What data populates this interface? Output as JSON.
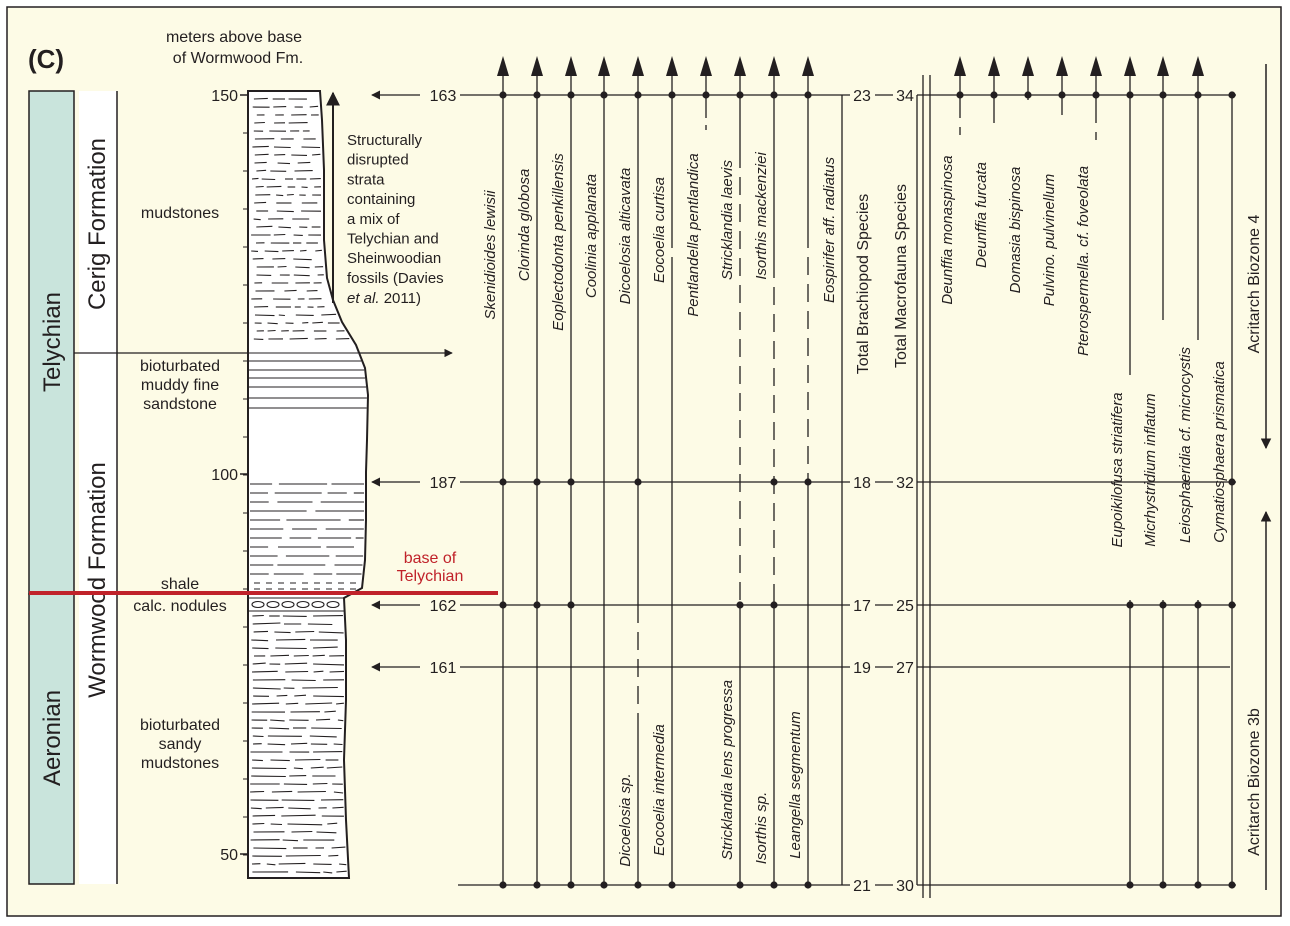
{
  "panel_label": "(C)",
  "colors": {
    "background": "#fdfbe6",
    "stage_box": "#c9e4dc",
    "boundary_red": "#c0222a",
    "ink": "#231f20"
  },
  "depth_axis": {
    "title_line1": "meters above base",
    "title_line2": "of Wormwood Fm.",
    "ticks": [
      "150",
      "100",
      "50"
    ]
  },
  "stages": {
    "upper": "Telychian",
    "lower": "Aeronian"
  },
  "formations": {
    "upper": "Cerig Formation",
    "lower": "Wormwood Formation"
  },
  "lithology": {
    "mudstones": "mudstones",
    "sandstone": [
      "bioturbated",
      "muddy fine",
      "sandstone"
    ],
    "shale": "shale",
    "nodules": "calc. nodules",
    "sandy_mudstones": [
      "bioturbated",
      "sandy",
      "mudstones"
    ]
  },
  "disrupted_note": {
    "lines": [
      "Structurally",
      "disrupted",
      "strata",
      "containing",
      "a mix of",
      "Telychian and",
      "Sheinwoodian",
      "fossils (Davies"
    ],
    "last_italic": "et al.",
    "last_rest": " 2011)"
  },
  "boundary_label": [
    "base of",
    "Telychian"
  ],
  "sample_levels": [
    {
      "sample": "163",
      "brachiopods": "23",
      "macrofauna": "34"
    },
    {
      "sample": "187",
      "brachiopods": "18",
      "macrofauna": "32"
    },
    {
      "sample": "162",
      "brachiopods": "17",
      "macrofauna": "25"
    },
    {
      "sample": "161",
      "brachiopods": "19",
      "macrofauna": "27"
    },
    {
      "sample": "",
      "brachiopods": "21",
      "macrofauna": "30"
    }
  ],
  "brachiopods_top": [
    "Skenidioides lewisii",
    "Clorinda globosa",
    "Eoplectodonta penkillensis",
    "Coolinia applanata",
    "Dicoelosia alticavata",
    "Eocoelia curtisa",
    "Pentlandella pentlandica",
    "Stricklandia laevis",
    "Isorthis mackenziei",
    "Eospirifer aff. radiatus"
  ],
  "brachiopods_bottom": [
    "Dicoelosia sp.",
    "Eocoelia intermedia",
    "Stricklandia lens progressa",
    "Isorthis sp.",
    "Leangella segmentum"
  ],
  "totals": {
    "brachiopod": "Total Brachiopod Species",
    "macrofauna": "Total Macrofauna Species"
  },
  "acritarchs_top": [
    "Deunffia monaspinosa",
    "Deunffia furcata",
    "Domasia bispinosa",
    "Pulvino. pulvinellum",
    "Pterospermella. cf. foveolata"
  ],
  "acritarchs_bottom": [
    "Eupoikilofusa striatifera",
    "Micrhystridium inflatum",
    "Leiosphaeridia cf. microcystis",
    "Cymatiosphaera prismatica"
  ],
  "biozones": {
    "upper": "Acritarch Biozone 4",
    "lower": "Acritarch Biozone 3b"
  }
}
